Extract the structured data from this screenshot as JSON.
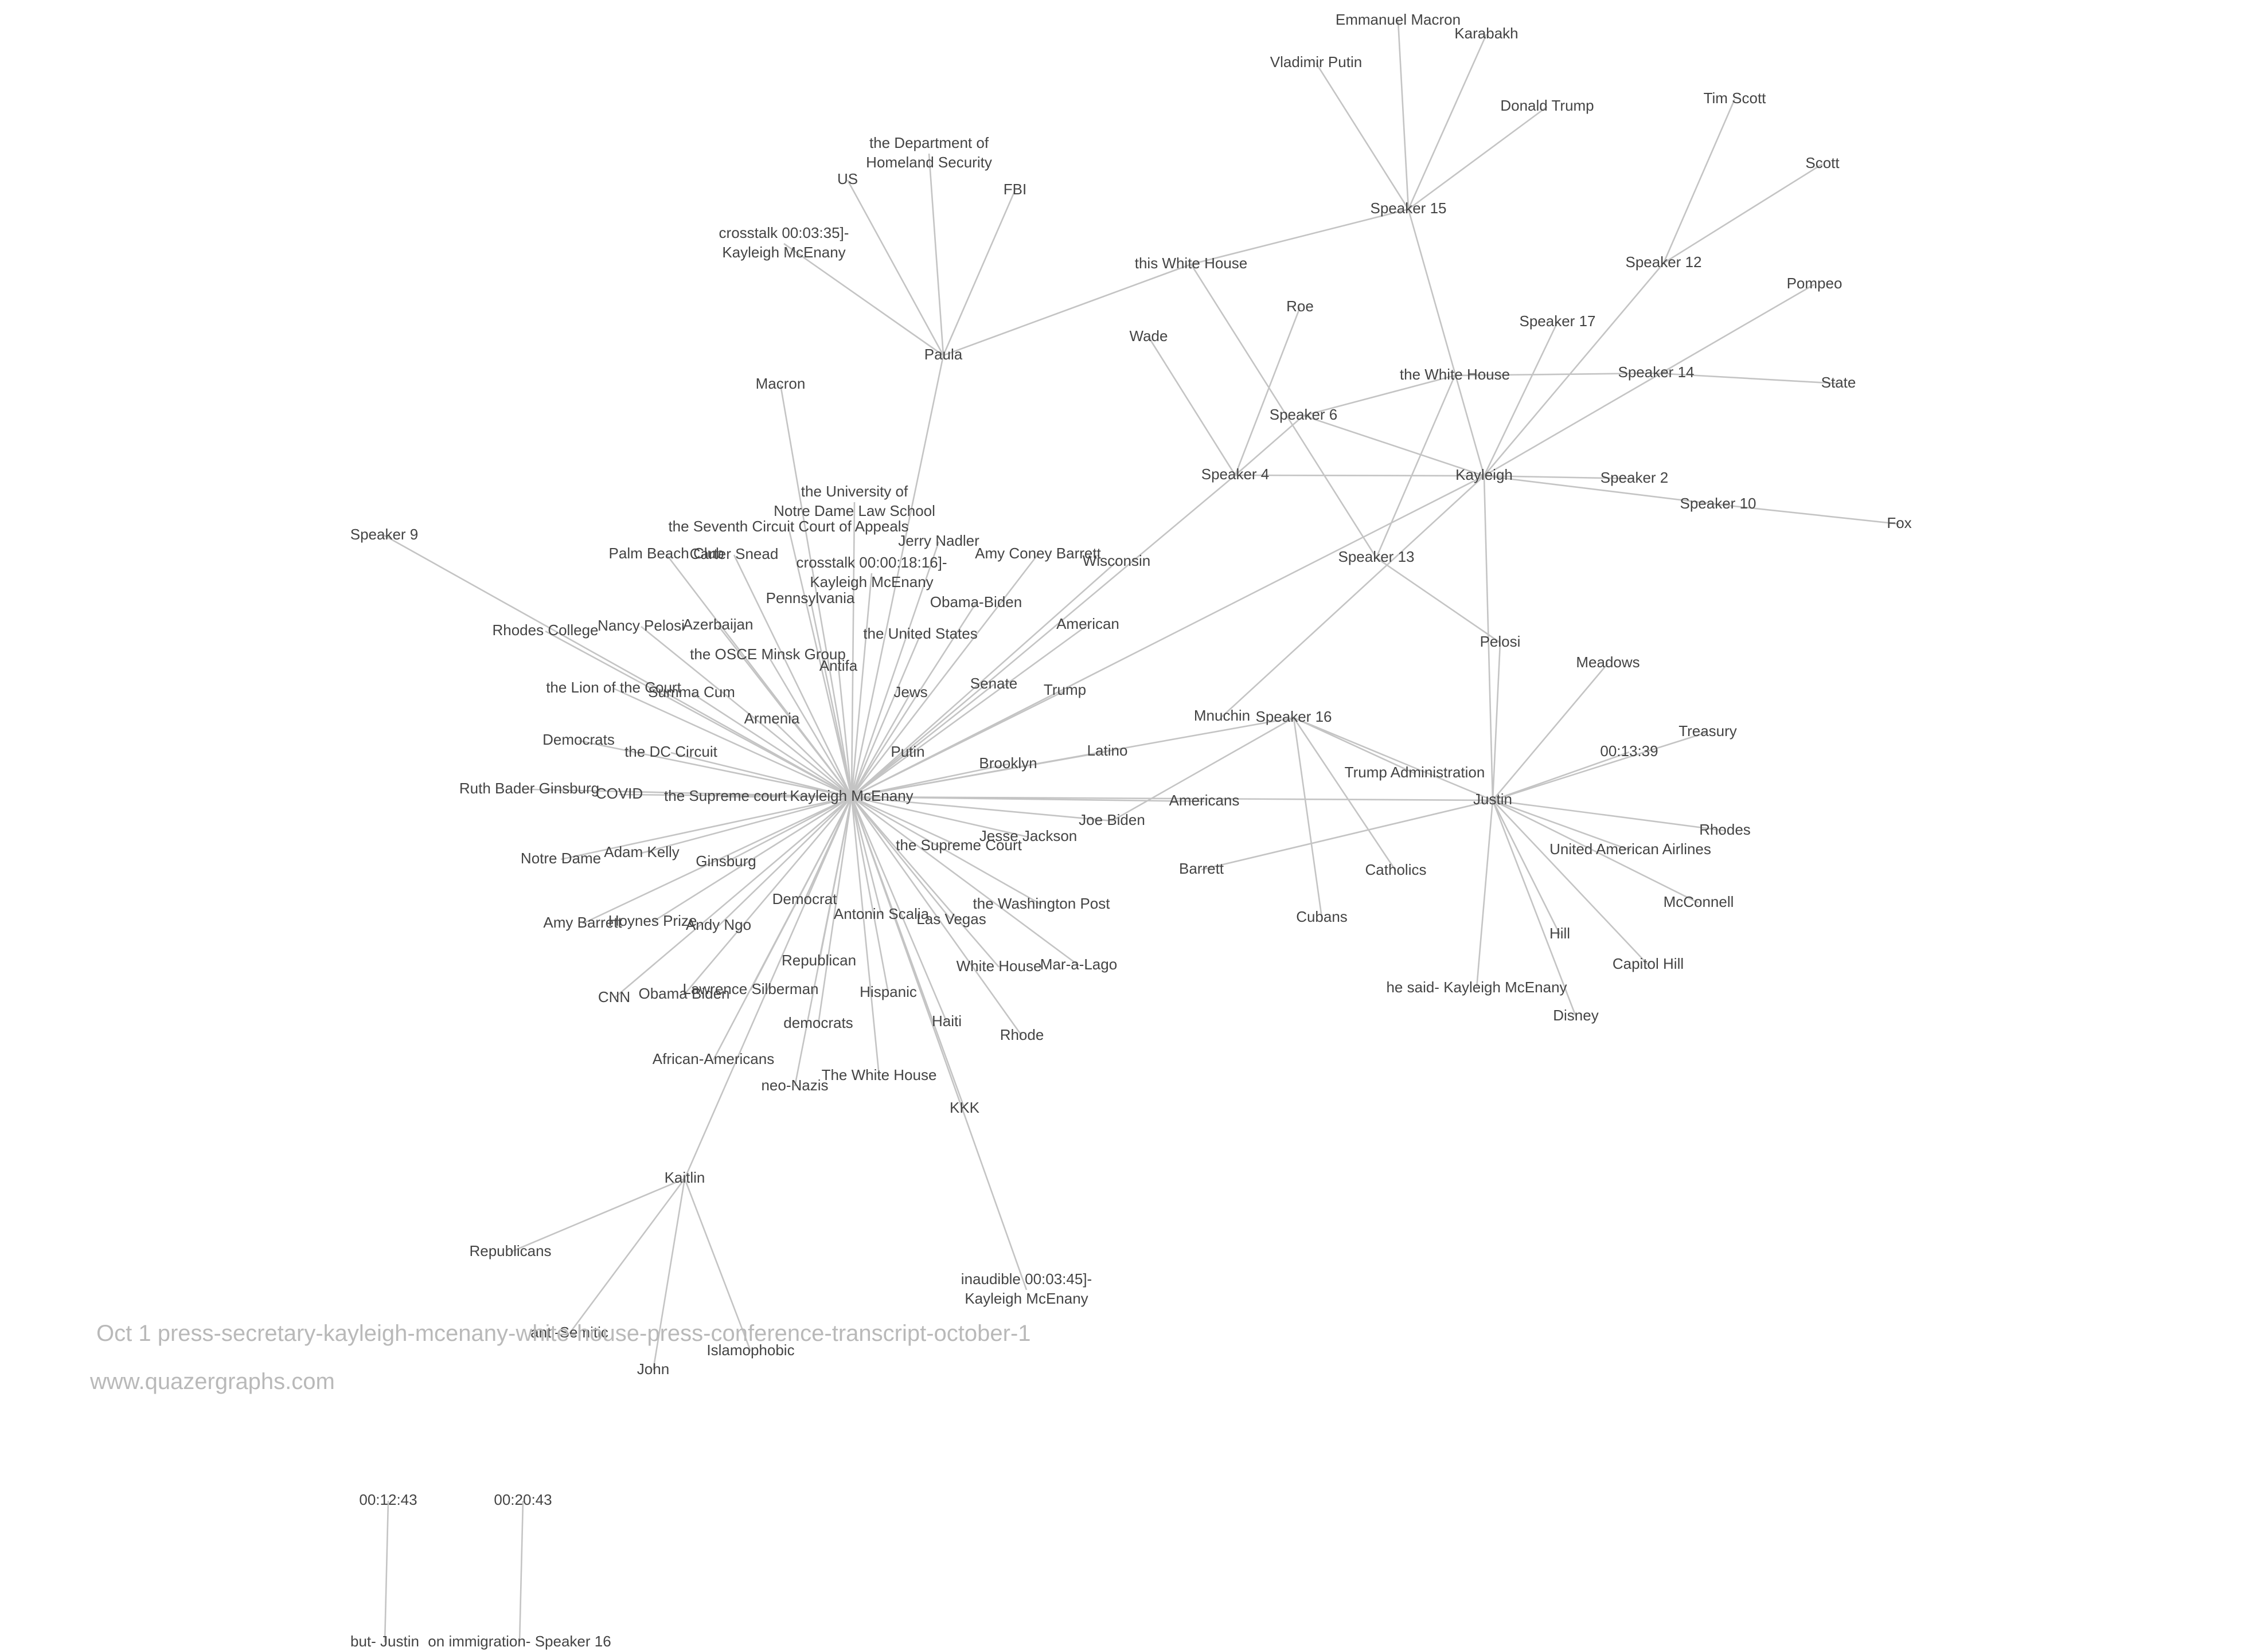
{
  "caption": {
    "title": "Oct 1 press-secretary-kayleigh-mcenany-white-house-press-conference-transcript-october-1",
    "site": "www.quazergraphs.com"
  },
  "colors": {
    "edge": "#c4c4c4",
    "label": "#444444",
    "caption": "#b9b9b9"
  },
  "nodes": [
    {
      "id": "km",
      "label": "Kayleigh McEnany"
    },
    {
      "id": "paula",
      "label": "Paula"
    },
    {
      "id": "dhs",
      "label": "the Department of Homeland Security"
    },
    {
      "id": "us",
      "label": "US"
    },
    {
      "id": "fbi",
      "label": "FBI"
    },
    {
      "id": "cross1",
      "label": "crosstalk 00:03:35]- Kayleigh McEnany"
    },
    {
      "id": "twh_this",
      "label": "this White House"
    },
    {
      "id": "sp15",
      "label": "Speaker 15"
    },
    {
      "id": "macron_e",
      "label": "Emmanuel Macron"
    },
    {
      "id": "karabakh",
      "label": "Karabakh"
    },
    {
      "id": "putin_v",
      "label": "Vladimir Putin"
    },
    {
      "id": "trump_d",
      "label": "Donald Trump"
    },
    {
      "id": "timscott",
      "label": "Tim Scott"
    },
    {
      "id": "scott",
      "label": "Scott"
    },
    {
      "id": "sp12",
      "label": "Speaker 12"
    },
    {
      "id": "pompeo",
      "label": "Pompeo"
    },
    {
      "id": "sp17",
      "label": "Speaker 17"
    },
    {
      "id": "roe",
      "label": "Roe"
    },
    {
      "id": "wade",
      "label": "Wade"
    },
    {
      "id": "twh",
      "label": "the White House"
    },
    {
      "id": "sp14",
      "label": "Speaker 14"
    },
    {
      "id": "state",
      "label": "State"
    },
    {
      "id": "sp6",
      "label": "Speaker 6"
    },
    {
      "id": "macron",
      "label": "Macron"
    },
    {
      "id": "sp4",
      "label": "Speaker 4"
    },
    {
      "id": "kayleigh",
      "label": "Kayleigh"
    },
    {
      "id": "sp2",
      "label": "Speaker 2"
    },
    {
      "id": "sp10",
      "label": "Speaker 10"
    },
    {
      "id": "fox",
      "label": "Fox"
    },
    {
      "id": "sp13",
      "label": "Speaker 13"
    },
    {
      "id": "pelosi",
      "label": "Pelosi"
    },
    {
      "id": "meadows",
      "label": "Meadows"
    },
    {
      "id": "treasury",
      "label": "Treasury"
    },
    {
      "id": "t1339",
      "label": "00:13:39"
    },
    {
      "id": "justin",
      "label": "Justin"
    },
    {
      "id": "rhodes",
      "label": "Rhodes"
    },
    {
      "id": "uaa",
      "label": "United American Airlines"
    },
    {
      "id": "mcconnell",
      "label": "McConnell"
    },
    {
      "id": "hill",
      "label": "Hill"
    },
    {
      "id": "capitolhill",
      "label": "Capitol Hill"
    },
    {
      "id": "disney",
      "label": "Disney"
    },
    {
      "id": "hesaid",
      "label": "he said- Kayleigh McEnany"
    },
    {
      "id": "trumpadmin",
      "label": "Trump Administration"
    },
    {
      "id": "mnuchin",
      "label": "Mnuchin"
    },
    {
      "id": "sp16",
      "label": "Speaker 16"
    },
    {
      "id": "catholics",
      "label": "Catholics"
    },
    {
      "id": "cubans",
      "label": "Cubans"
    },
    {
      "id": "americans",
      "label": "Americans"
    },
    {
      "id": "barrett",
      "label": "Barrett"
    },
    {
      "id": "joebiden",
      "label": "Joe Biden"
    },
    {
      "id": "sp9",
      "label": "Speaker 9"
    },
    {
      "id": "notredame_law",
      "label": "the University of Notre Dame Law School"
    },
    {
      "id": "seventh",
      "label": "the Seventh Circuit Court of Appeals"
    },
    {
      "id": "jnadler",
      "label": "Jerry Nadler"
    },
    {
      "id": "pbc",
      "label": "Palm Beach Club"
    },
    {
      "id": "csnead",
      "label": "Carter Snead"
    },
    {
      "id": "cross2",
      "label": "crosstalk 00:00:18:16]- Kayleigh McEnany"
    },
    {
      "id": "acb",
      "label": "Amy Coney Barrett"
    },
    {
      "id": "wisconsin",
      "label": "Wisconsin"
    },
    {
      "id": "penn",
      "label": "Pennsylvania"
    },
    {
      "id": "obamabiden",
      "label": "Obama-Biden"
    },
    {
      "id": "rhodescollege",
      "label": "Rhodes College"
    },
    {
      "id": "npelosi",
      "label": "Nancy Pelosi"
    },
    {
      "id": "azerbaijan",
      "label": "Azerbaijan"
    },
    {
      "id": "unitedstates",
      "label": "the United States"
    },
    {
      "id": "american",
      "label": "American"
    },
    {
      "id": "osce",
      "label": "the OSCE Minsk Group"
    },
    {
      "id": "antifa",
      "label": "Antifa"
    },
    {
      "id": "lionofcourt",
      "label": "the Lion of the Court"
    },
    {
      "id": "summacum",
      "label": "Summa Cum"
    },
    {
      "id": "jews",
      "label": "Jews"
    },
    {
      "id": "senate",
      "label": "Senate"
    },
    {
      "id": "trump",
      "label": "Trump"
    },
    {
      "id": "armenia",
      "label": "Armenia"
    },
    {
      "id": "democrats_cap",
      "label": "Democrats"
    },
    {
      "id": "dccircuit",
      "label": "the DC Circuit"
    },
    {
      "id": "putin",
      "label": "Putin"
    },
    {
      "id": "brooklyn",
      "label": "Brooklyn"
    },
    {
      "id": "latino",
      "label": "Latino"
    },
    {
      "id": "rbg",
      "label": "Ruth Bader Ginsburg"
    },
    {
      "id": "covid",
      "label": "COVID"
    },
    {
      "id": "supcourt_lc",
      "label": "the Supreme court"
    },
    {
      "id": "jjackson",
      "label": "Jesse Jackson"
    },
    {
      "id": "supcourt",
      "label": "the Supreme Court"
    },
    {
      "id": "notredame",
      "label": "Notre Dame"
    },
    {
      "id": "adamkelly",
      "label": "Adam Kelly"
    },
    {
      "id": "ginsburg",
      "label": "Ginsburg"
    },
    {
      "id": "democrat",
      "label": "Democrat"
    },
    {
      "id": "wapo",
      "label": "the Washington Post"
    },
    {
      "id": "amybarrett",
      "label": "Amy Barrett"
    },
    {
      "id": "hoynes",
      "label": "Hoynes Prize"
    },
    {
      "id": "andyngo",
      "label": "Andy Ngo"
    },
    {
      "id": "scalia",
      "label": "Antonin Scalia"
    },
    {
      "id": "lasvegas",
      "label": "Las Vegas"
    },
    {
      "id": "whitehouse_nt",
      "label": "White House"
    },
    {
      "id": "maralago",
      "label": "Mar-a-Lago"
    },
    {
      "id": "republican",
      "label": "Republican"
    },
    {
      "id": "cnn",
      "label": "CNN"
    },
    {
      "id": "obamabiden2",
      "label": "Obama Biden"
    },
    {
      "id": "silberman",
      "label": "Lawrence Silberman"
    },
    {
      "id": "hispanic",
      "label": "Hispanic"
    },
    {
      "id": "haiti",
      "label": "Haiti"
    },
    {
      "id": "rhode",
      "label": "Rhode"
    },
    {
      "id": "democrats_lc",
      "label": "democrats"
    },
    {
      "id": "afam",
      "label": "African-Americans"
    },
    {
      "id": "thewh",
      "label": "The White House"
    },
    {
      "id": "neonazis",
      "label": "neo-Nazis"
    },
    {
      "id": "kkk",
      "label": "KKK"
    },
    {
      "id": "kaitlin",
      "label": "Kaitlin"
    },
    {
      "id": "republicans",
      "label": "Republicans"
    },
    {
      "id": "antisemitic",
      "label": "anti-Semitic"
    },
    {
      "id": "john",
      "label": "John"
    },
    {
      "id": "islamophobic",
      "label": "Islamophobic"
    },
    {
      "id": "inaudible",
      "label": "inaudible 00:03:45]- Kayleigh McEnany"
    },
    {
      "id": "t1243",
      "label": "00:12:43"
    },
    {
      "id": "butjustin",
      "label": "but- Justin"
    },
    {
      "id": "t2043",
      "label": "00:20:43"
    },
    {
      "id": "immig",
      "label": "on immigration- Speaker 16"
    }
  ],
  "edges": [
    [
      "paula",
      "dhs"
    ],
    [
      "paula",
      "us"
    ],
    [
      "paula",
      "fbi"
    ],
    [
      "paula",
      "cross1"
    ],
    [
      "paula",
      "twh_this"
    ],
    [
      "paula",
      "km"
    ],
    [
      "twh_this",
      "sp15"
    ],
    [
      "twh_this",
      "sp13"
    ],
    [
      "sp15",
      "macron_e"
    ],
    [
      "sp15",
      "karabakh"
    ],
    [
      "sp15",
      "putin_v"
    ],
    [
      "sp15",
      "trump_d"
    ],
    [
      "sp15",
      "kayleigh"
    ],
    [
      "sp12",
      "timscott"
    ],
    [
      "sp12",
      "scott"
    ],
    [
      "sp12",
      "kayleigh"
    ],
    [
      "kayleigh",
      "pompeo"
    ],
    [
      "kayleigh",
      "sp17"
    ],
    [
      "kayleigh",
      "sp2"
    ],
    [
      "kayleigh",
      "sp10"
    ],
    [
      "kayleigh",
      "sp4"
    ],
    [
      "kayleigh",
      "sp6"
    ],
    [
      "kayleigh",
      "justin"
    ],
    [
      "kayleigh",
      "km"
    ],
    [
      "kayleigh",
      "mnuchin"
    ],
    [
      "sp10",
      "fox"
    ],
    [
      "sp14",
      "state"
    ],
    [
      "sp14",
      "twh"
    ],
    [
      "twh",
      "sp6"
    ],
    [
      "twh",
      "sp13"
    ],
    [
      "sp4",
      "wade"
    ],
    [
      "sp4",
      "roe"
    ],
    [
      "sp4",
      "km"
    ],
    [
      "sp4",
      "sp6"
    ],
    [
      "macron",
      "km"
    ],
    [
      "sp13",
      "pelosi"
    ],
    [
      "justin",
      "meadows"
    ],
    [
      "justin",
      "treasury"
    ],
    [
      "justin",
      "t1339"
    ],
    [
      "justin",
      "rhodes"
    ],
    [
      "justin",
      "uaa"
    ],
    [
      "justin",
      "mcconnell"
    ],
    [
      "justin",
      "hill"
    ],
    [
      "justin",
      "capitolhill"
    ],
    [
      "justin",
      "disney"
    ],
    [
      "justin",
      "hesaid"
    ],
    [
      "justin",
      "km"
    ],
    [
      "justin",
      "sp16"
    ],
    [
      "justin",
      "barrett"
    ],
    [
      "justin",
      "pelosi"
    ],
    [
      "sp16",
      "catholics"
    ],
    [
      "sp16",
      "cubans"
    ],
    [
      "sp16",
      "trumpadmin"
    ],
    [
      "sp16",
      "joebiden"
    ],
    [
      "sp16",
      "km"
    ],
    [
      "sp9",
      "km"
    ],
    [
      "notredame_law",
      "km"
    ],
    [
      "seventh",
      "km"
    ],
    [
      "jnadler",
      "km"
    ],
    [
      "pbc",
      "km"
    ],
    [
      "csnead",
      "km"
    ],
    [
      "cross2",
      "km"
    ],
    [
      "acb",
      "km"
    ],
    [
      "wisconsin",
      "km"
    ],
    [
      "penn",
      "km"
    ],
    [
      "obamabiden",
      "km"
    ],
    [
      "rhodescollege",
      "km"
    ],
    [
      "npelosi",
      "km"
    ],
    [
      "azerbaijan",
      "km"
    ],
    [
      "unitedstates",
      "km"
    ],
    [
      "american",
      "km"
    ],
    [
      "osce",
      "km"
    ],
    [
      "antifa",
      "km"
    ],
    [
      "lionofcourt",
      "km"
    ],
    [
      "summacum",
      "km"
    ],
    [
      "jews",
      "km"
    ],
    [
      "senate",
      "km"
    ],
    [
      "trump",
      "km"
    ],
    [
      "armenia",
      "km"
    ],
    [
      "democrats_cap",
      "km"
    ],
    [
      "dccircuit",
      "km"
    ],
    [
      "putin",
      "km"
    ],
    [
      "brooklyn",
      "km"
    ],
    [
      "latino",
      "km"
    ],
    [
      "rbg",
      "km"
    ],
    [
      "covid",
      "km"
    ],
    [
      "supcourt_lc",
      "km"
    ],
    [
      "jjackson",
      "km"
    ],
    [
      "supcourt",
      "km"
    ],
    [
      "notredame",
      "km"
    ],
    [
      "adamkelly",
      "km"
    ],
    [
      "ginsburg",
      "km"
    ],
    [
      "democrat",
      "km"
    ],
    [
      "wapo",
      "km"
    ],
    [
      "amybarrett",
      "km"
    ],
    [
      "hoynes",
      "km"
    ],
    [
      "andyngo",
      "km"
    ],
    [
      "scalia",
      "km"
    ],
    [
      "lasvegas",
      "km"
    ],
    [
      "whitehouse_nt",
      "km"
    ],
    [
      "maralago",
      "km"
    ],
    [
      "republican",
      "km"
    ],
    [
      "cnn",
      "km"
    ],
    [
      "obamabiden2",
      "km"
    ],
    [
      "silberman",
      "km"
    ],
    [
      "hispanic",
      "km"
    ],
    [
      "haiti",
      "km"
    ],
    [
      "rhode",
      "km"
    ],
    [
      "democrats_lc",
      "km"
    ],
    [
      "afam",
      "km"
    ],
    [
      "thewh",
      "km"
    ],
    [
      "neonazis",
      "km"
    ],
    [
      "kkk",
      "km"
    ],
    [
      "kaitlin",
      "km"
    ],
    [
      "inaudible",
      "km"
    ],
    [
      "americans",
      "km"
    ],
    [
      "joebiden",
      "km"
    ],
    [
      "kaitlin",
      "republicans"
    ],
    [
      "kaitlin",
      "antisemitic"
    ],
    [
      "kaitlin",
      "john"
    ],
    [
      "kaitlin",
      "islamophobic"
    ],
    [
      "t1243",
      "butjustin"
    ],
    [
      "t2043",
      "immig"
    ]
  ]
}
